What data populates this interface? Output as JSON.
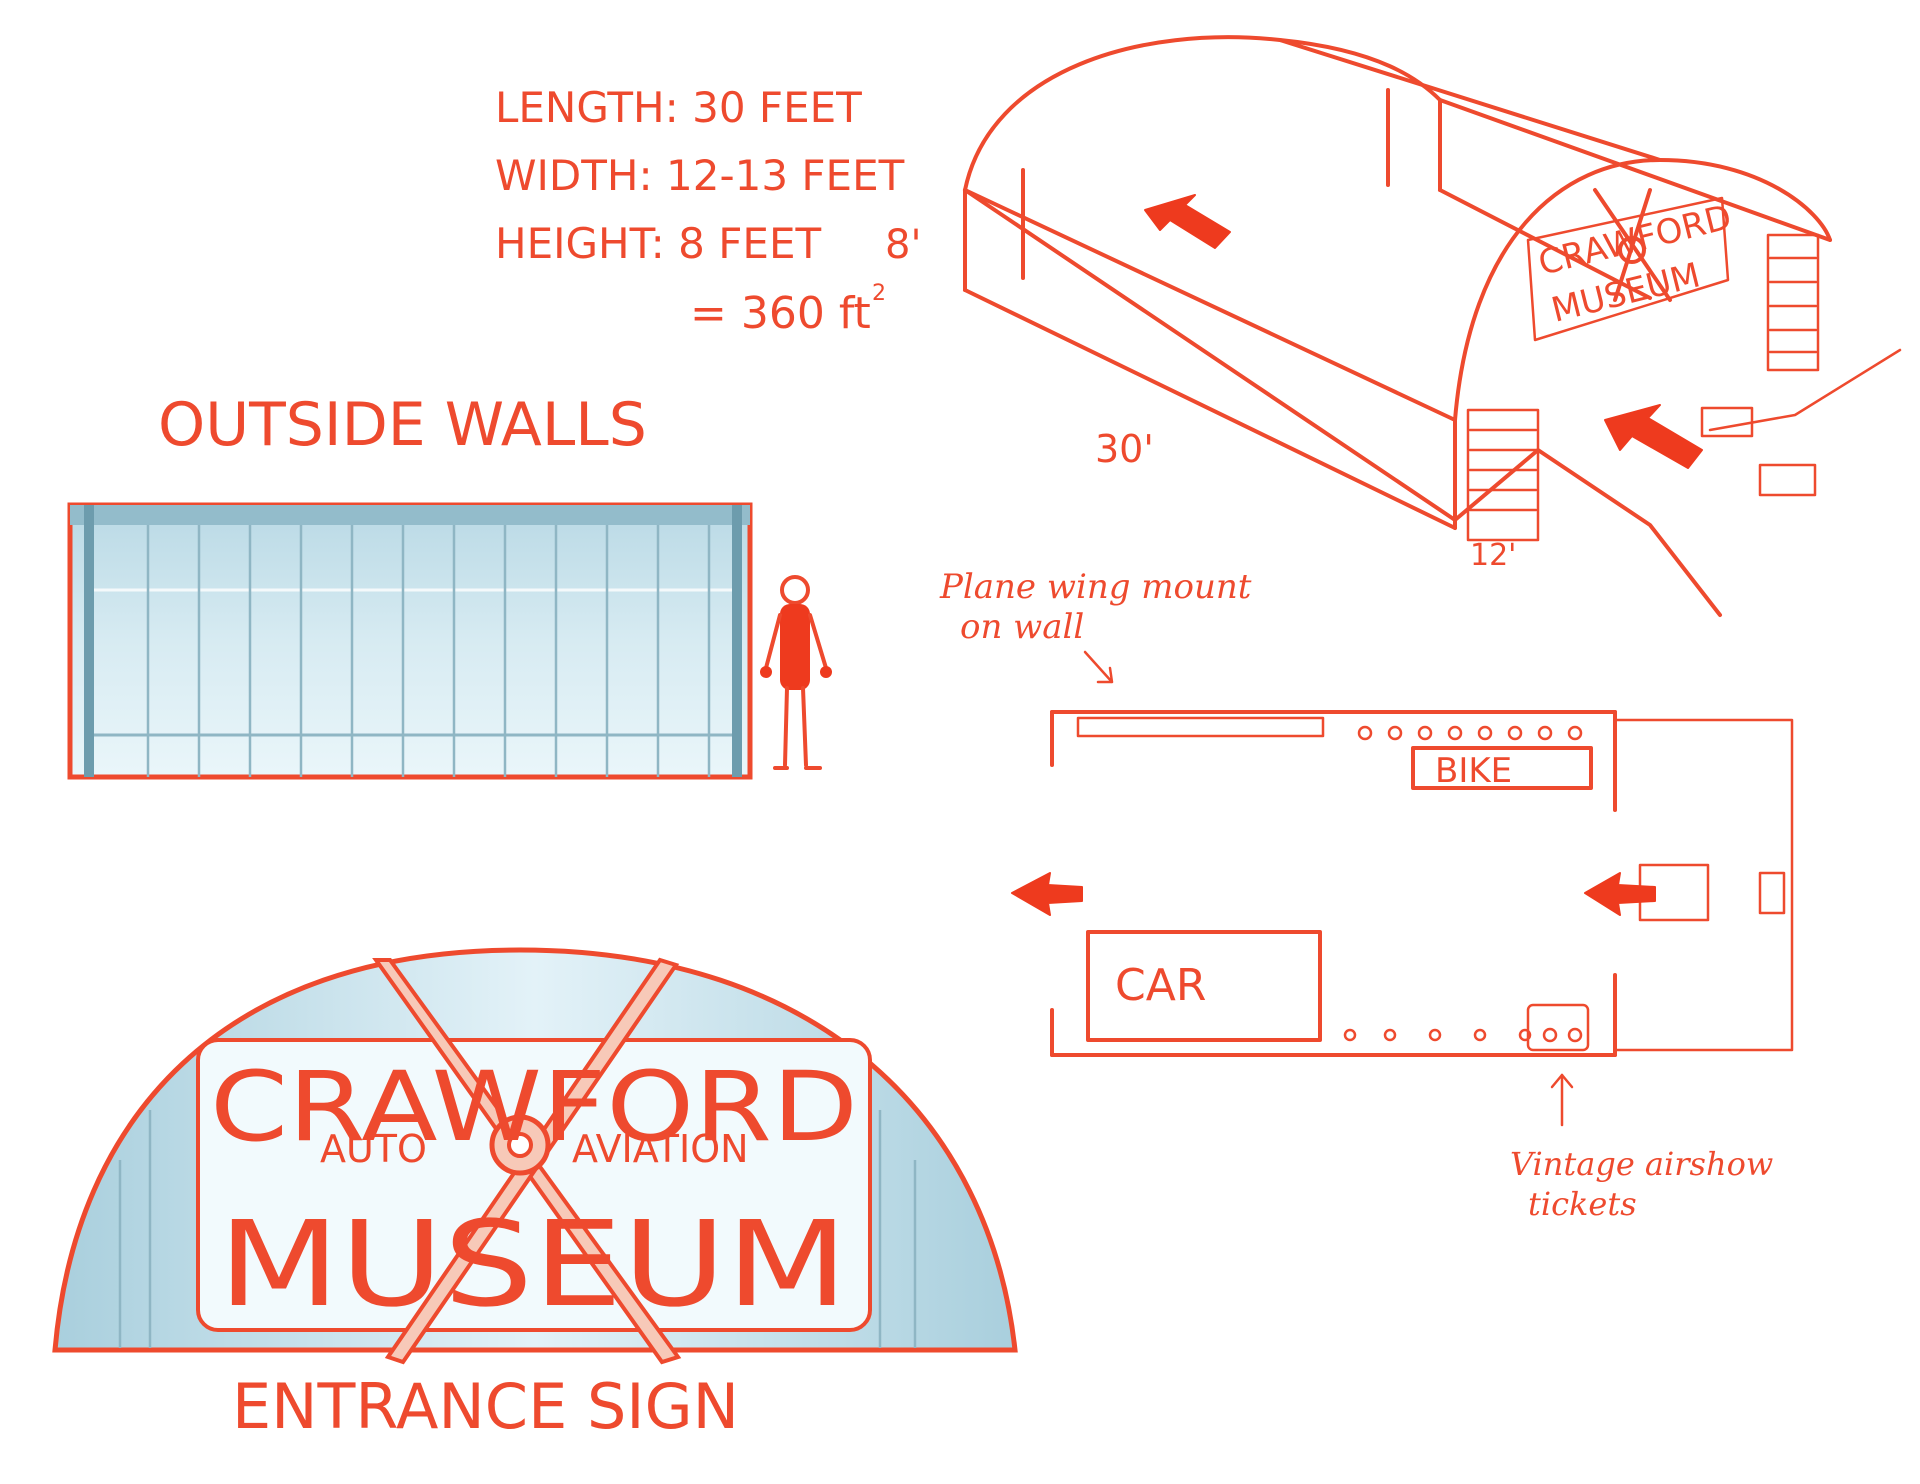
{
  "dimensions": {
    "length": "LENGTH: 30 FEET",
    "width": "WIDTH: 12-13 FEET",
    "height": "HEIGHT: 8 FEET",
    "height_marker": "8'",
    "area": "= 360 ft",
    "area_exponent": "2"
  },
  "hangar": {
    "dim_length": "30'",
    "dim_width": "12'",
    "sign_top": "CRAWFORD",
    "sign_bottom": "MUSEUM"
  },
  "outside_walls": {
    "title": "OUTSIDE WALLS"
  },
  "floor_plan": {
    "wing_note_line1": "Plane wing mount",
    "wing_note_line2": "on wall",
    "bike_label": "BIKE",
    "car_label": "CAR",
    "tickets_note_line1": "Vintage airshow",
    "tickets_note_line2": "tickets"
  },
  "entrance_sign": {
    "line1": "CRAWFORD",
    "left_word": "AUTO",
    "right_word": "AVIATION",
    "line2": "MUSEUM",
    "caption": "ENTRANCE SIGN"
  },
  "colors": {
    "ink": "#ee4a2e",
    "glass": "#cfe6ef",
    "glass_dark": "#93bccb"
  }
}
